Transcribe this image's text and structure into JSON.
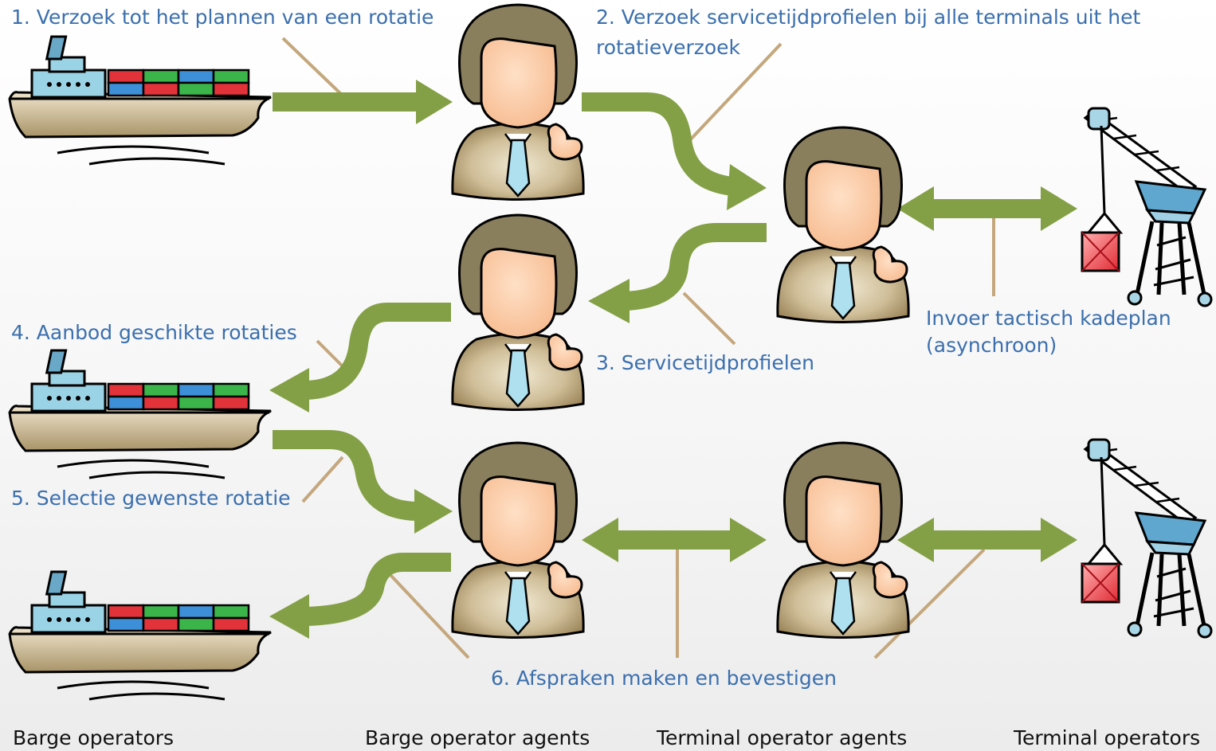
{
  "steps": {
    "step1": "1. Verzoek tot het plannen van een rotatie",
    "step2_line1": "2. Verzoek servicetijdprofielen bij alle terminals uit het",
    "step2_line2": "rotatieverzoek",
    "step3": "3. Servicetijdprofielen",
    "step4": "4. Aanbod geschikte rotaties",
    "step5": "5. Selectie gewenste rotatie",
    "step6": "6. Afspraken maken en bevestigen",
    "input_line1": "Invoer tactisch kadeplan",
    "input_line2": "(asynchroon)"
  },
  "columns": {
    "barge_operators": "Barge operators",
    "barge_operator_agents": "Barge operator agents",
    "terminal_operator_agents": "Terminal operator agents",
    "terminal_operators": "Terminal operators"
  },
  "icons": {
    "ship": "container-ship-icon",
    "agent": "agent-person-icon",
    "crane": "harbor-crane-icon"
  },
  "colors": {
    "label_text": "#3b6fae",
    "arrow": "#84a046",
    "leader_line": "#c4a77c",
    "container_red": "#e2323a",
    "container_green": "#3bb54a",
    "container_blue": "#3d8fd8"
  }
}
